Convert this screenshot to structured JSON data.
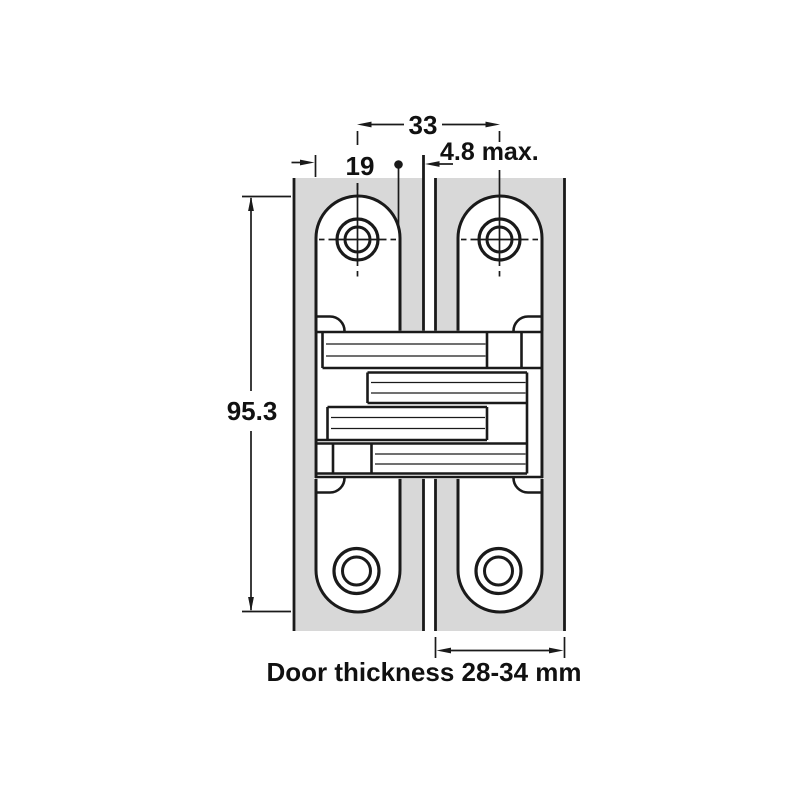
{
  "drawing": {
    "type": "technical-diagram",
    "subject": "concealed-hinge-mounting-cross-section",
    "labels": {
      "hole_spacing": "33",
      "leaf_width": "19",
      "gap_max": "4.8 max.",
      "hinge_length": "95.3",
      "door_thickness": "Door thickness 28-34 mm"
    },
    "colors": {
      "background": "#ffffff",
      "panel": "#d8d8d8",
      "line": "#1a1a1a"
    }
  }
}
